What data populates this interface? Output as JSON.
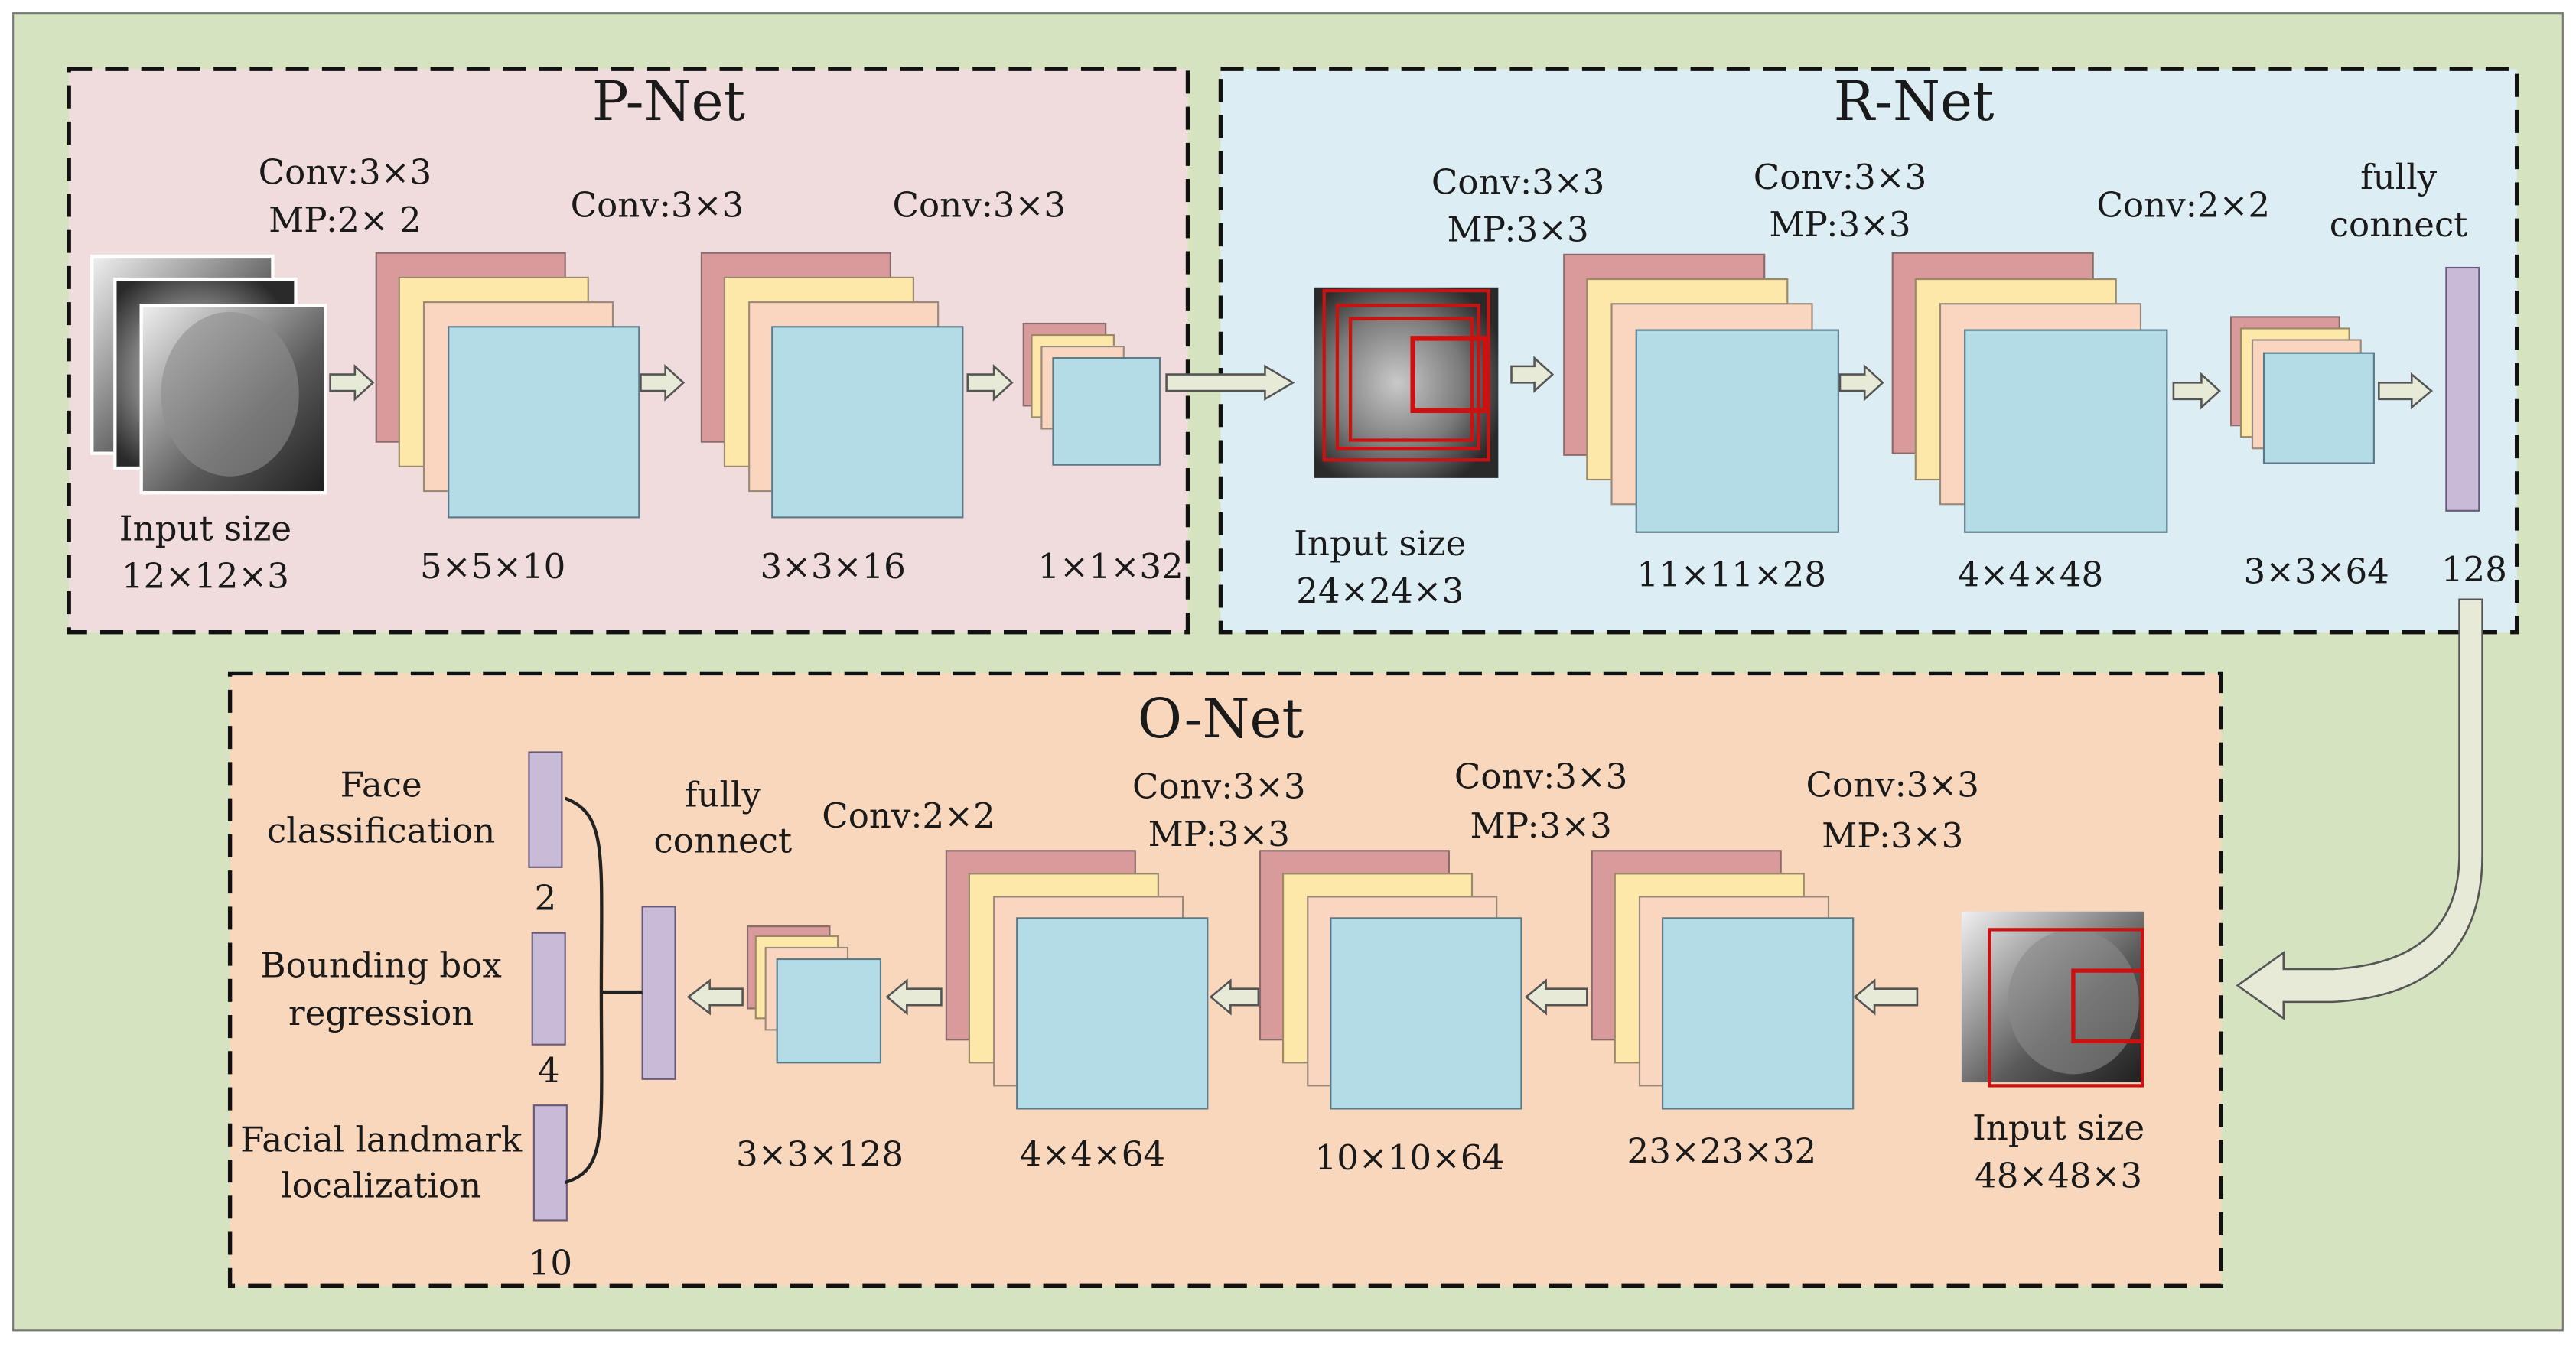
{
  "colors": {
    "background": "#d6e3c1",
    "pnet_panel": "#f0dcdc",
    "rnet_panel": "#dcedf4",
    "onet_panel": "#f9d7bd",
    "layer1": "#d89a9a",
    "layer2": "#fde8a9",
    "layer3": "#fad6c0",
    "layer4": "#b4dce6",
    "fc": "#c8bbd8",
    "arrow": "#e6ead6",
    "box": "#cc1111"
  },
  "pnet": {
    "title": "P-Net",
    "input_label": "Input size",
    "input_size": "12×12×3",
    "ops": [
      "Conv:3×3",
      "MP:2× 2",
      "Conv:3×3",
      "Conv:3×3"
    ],
    "sizes": [
      "5×5×10",
      "3×3×16",
      "1×1×32"
    ]
  },
  "rnet": {
    "title": "R-Net",
    "input_label": "Input size",
    "input_size": "24×24×3",
    "ops": [
      "Conv:3×3",
      "MP:3×3",
      "Conv:3×3",
      "MP:3×3",
      "Conv:2×2",
      "fully",
      "connect"
    ],
    "sizes": [
      "11×11×28",
      "4×4×48",
      "3×3×64",
      "128"
    ]
  },
  "onet": {
    "title": "O-Net",
    "input_label": "Input size",
    "input_size": "48×48×3",
    "ops": [
      "Conv:3×3",
      "MP:3×3",
      "Conv:3×3",
      "MP:3×3",
      "Conv:3×3",
      "MP:3×3",
      "Conv:2×2",
      "fully",
      "connect"
    ],
    "sizes": [
      "23×23×32",
      "10×10×64",
      "4×4×64",
      "3×3×128"
    ],
    "outputs": [
      {
        "line1": "Face",
        "line2": "classification",
        "dim": "2"
      },
      {
        "line1": "Bounding box",
        "line2": "regression",
        "dim": "4"
      },
      {
        "line1": "Facial landmark",
        "line2": "localization",
        "dim": "10"
      }
    ]
  }
}
